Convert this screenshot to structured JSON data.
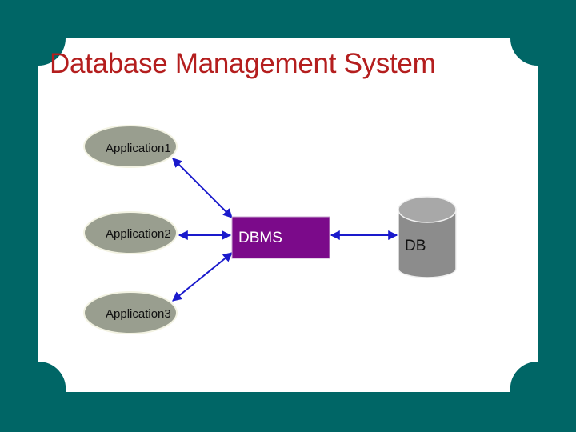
{
  "slide": {
    "title": "Database Management System"
  },
  "diagram": {
    "nodes": [
      {
        "id": "app1",
        "kind": "application",
        "label": "Application1"
      },
      {
        "id": "app2",
        "kind": "application",
        "label": "Application2"
      },
      {
        "id": "app3",
        "kind": "application",
        "label": "Application3"
      },
      {
        "id": "dbms",
        "kind": "dbms",
        "label": "DBMS"
      },
      {
        "id": "db",
        "kind": "database",
        "label": "DB"
      }
    ],
    "edges": [
      {
        "from": "app1",
        "to": "dbms",
        "arrows": "both"
      },
      {
        "from": "app2",
        "to": "dbms",
        "arrows": "both"
      },
      {
        "from": "app3",
        "to": "dbms",
        "arrows": "both"
      },
      {
        "from": "dbms",
        "to": "db",
        "arrows": "both"
      }
    ]
  },
  "colors": {
    "background": "#006666",
    "card": "#ffffff",
    "title": "#b41e1e",
    "ellipse_fill": "#999e8f",
    "ellipse_stroke": "#f3f3e3",
    "dbms_fill": "#7b0a8a",
    "dbms_text": "#ffffff",
    "cylinder_fill": "#8c8c8c",
    "cylinder_top": "#a8a8a8",
    "connector": "#1a1acc"
  }
}
